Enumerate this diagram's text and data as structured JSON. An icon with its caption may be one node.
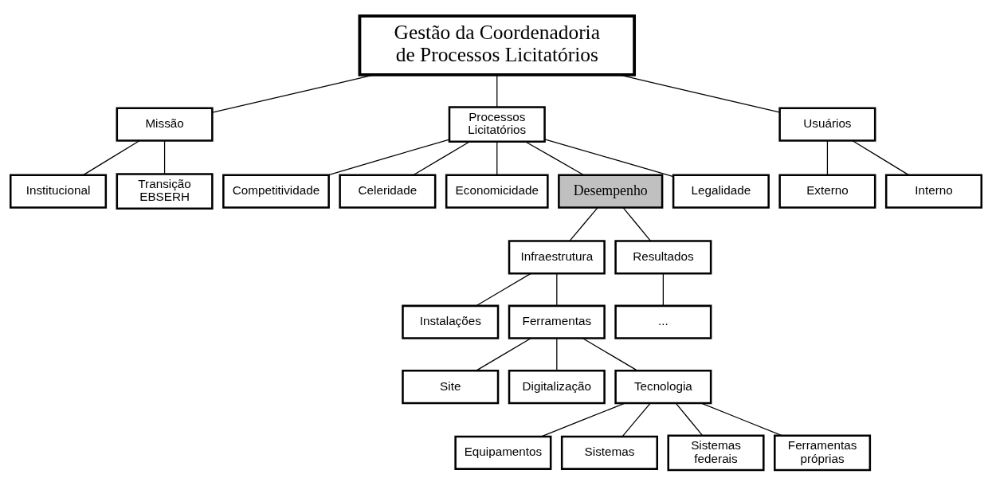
{
  "diagram": {
    "nodes": [
      {
        "text": [
          "Gestão da Coordenadoria de Processos Licitatórios"
        ]
      },
      {
        "text": [
          "Missão"
        ]
      },
      {
        "text": [
          "Processos Licitatórios"
        ]
      },
      {
        "text": [
          "Usuários"
        ]
      },
      {
        "text": [
          "Institucional"
        ]
      },
      {
        "text": [
          "Transição EBSERH"
        ]
      },
      {
        "text": [
          "Competitividade"
        ]
      },
      {
        "text": [
          "Celeridade"
        ]
      },
      {
        "text": [
          "Economicidade"
        ]
      },
      {
        "text": [
          "Desempenho"
        ]
      },
      {
        "text": [
          "Legalidade"
        ]
      },
      {
        "text": [
          "Externo"
        ]
      },
      {
        "text": [
          "Interno"
        ]
      },
      {
        "text": [
          "Infraestrutura"
        ]
      },
      {
        "text": [
          "Resultados"
        ]
      },
      {
        "text": [
          "Instalações"
        ]
      },
      {
        "text": [
          "Ferramentas"
        ]
      },
      {
        "text": [
          "..."
        ]
      },
      {
        "text": [
          "Site"
        ]
      },
      {
        "text": [
          "Digitalização"
        ]
      },
      {
        "text": [
          "Tecnologia"
        ]
      },
      {
        "text": [
          "Equipamentos"
        ]
      },
      {
        "text": [
          "Sistemas"
        ]
      },
      {
        "text": [
          "Sistemas federais"
        ]
      },
      {
        "text": [
          "Ferramentas próprias"
        ]
      }
    ],
    "edges": [
      {
        "from": 0,
        "to": 1,
        "arrow": "none"
      },
      {
        "from": 0,
        "to": 2,
        "arrow": "none"
      },
      {
        "from": 0,
        "to": 3,
        "arrow": "none"
      },
      {
        "from": 1,
        "to": 4,
        "arrow": "none"
      },
      {
        "from": 1,
        "to": 5,
        "arrow": "none"
      },
      {
        "from": 2,
        "to": 6,
        "arrow": "none"
      },
      {
        "from": 2,
        "to": 7,
        "arrow": "none"
      },
      {
        "from": 2,
        "to": 8,
        "arrow": "none"
      },
      {
        "from": 2,
        "to": 9,
        "arrow": "none"
      },
      {
        "from": 2,
        "to": 10,
        "arrow": "none"
      },
      {
        "from": 3,
        "to": 11,
        "arrow": "none"
      },
      {
        "from": 3,
        "to": 12,
        "arrow": "none"
      },
      {
        "from": 9,
        "to": 13,
        "arrow": "none"
      },
      {
        "from": 9,
        "to": 14,
        "arrow": "none"
      },
      {
        "from": 13,
        "to": 15,
        "arrow": "none"
      },
      {
        "from": 13,
        "to": 16,
        "arrow": "none"
      },
      {
        "from": 14,
        "to": 17,
        "arrow": "none"
      },
      {
        "from": 16,
        "to": 18,
        "arrow": "none"
      },
      {
        "from": 16,
        "to": 19,
        "arrow": "none"
      },
      {
        "from": 16,
        "to": 20,
        "arrow": "none"
      },
      {
        "from": 20,
        "to": 21,
        "arrow": "none"
      },
      {
        "from": 20,
        "to": 22,
        "arrow": "none"
      },
      {
        "from": 20,
        "to": 23,
        "arrow": "none"
      },
      {
        "from": 20,
        "to": 24,
        "arrow": "none"
      }
    ]
  }
}
